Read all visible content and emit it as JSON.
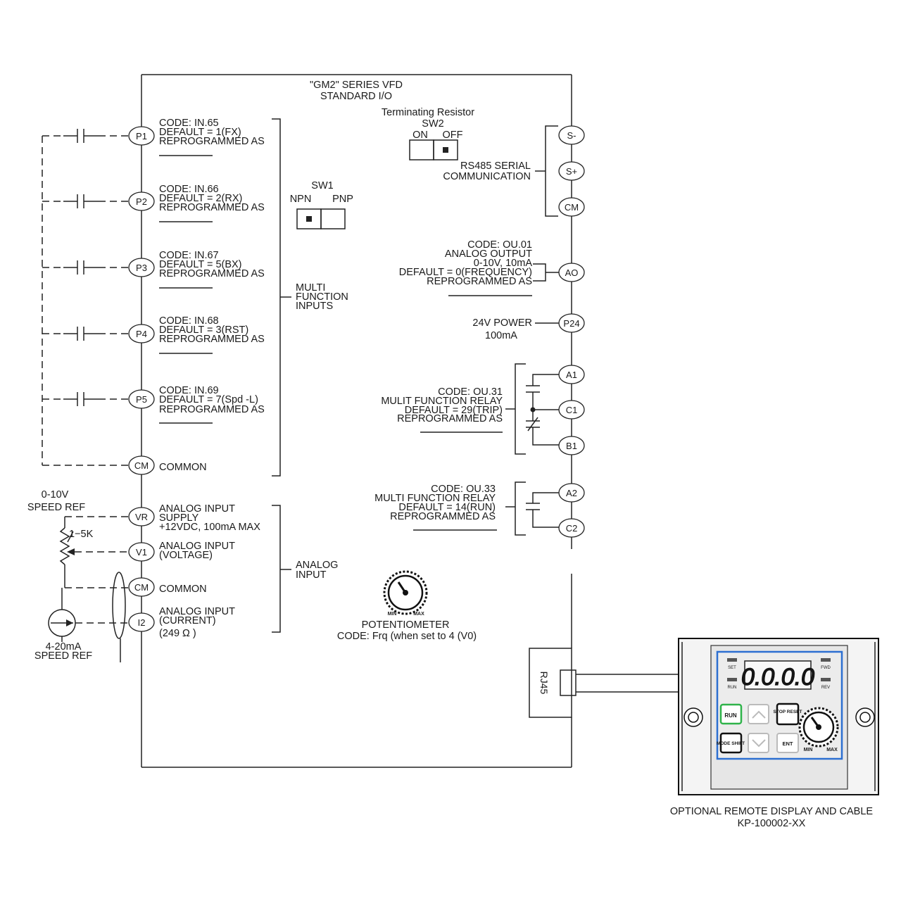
{
  "title": {
    "line1": "\"GM2\" SERIES VFD",
    "line2": "STANDARD I/O"
  },
  "left_terminals": [
    {
      "id": "P1",
      "code": "CODE: IN.65",
      "default": "DEFAULT = 1(FX)",
      "reprog": "REPROGRAMMED AS"
    },
    {
      "id": "P2",
      "code": "CODE: IN.66",
      "default": "DEFAULT = 2(RX)",
      "reprog": "REPROGRAMMED AS"
    },
    {
      "id": "P3",
      "code": "CODE: IN.67",
      "default": "DEFAULT = 5(BX)",
      "reprog": "REPROGRAMMED AS"
    },
    {
      "id": "P4",
      "code": "CODE: IN.68",
      "default": "DEFAULT = 3(RST)",
      "reprog": "REPROGRAMMED AS"
    },
    {
      "id": "P5",
      "code": "CODE: IN.69",
      "default": "DEFAULT = 7(Spd -L)",
      "reprog": "REPROGRAMMED AS"
    }
  ],
  "cm_top": {
    "id": "CM",
    "label": "COMMON"
  },
  "multi_function_inputs": [
    "MULTI",
    "FUNCTION",
    "INPUTS"
  ],
  "analog": {
    "speed_ref_voltage": [
      "0-10V",
      "SPEED REF"
    ],
    "pot_value": "1−5K",
    "vr": {
      "id": "VR",
      "lines": [
        "ANALOG INPUT",
        "SUPPLY",
        "+12VDC, 100mA MAX"
      ]
    },
    "v1": {
      "id": "V1",
      "lines": [
        "ANALOG INPUT",
        "(VOLTAGE)"
      ]
    },
    "cm": {
      "id": "CM",
      "label": "COMMON"
    },
    "i2": {
      "id": "I2",
      "lines": [
        "ANALOG INPUT",
        "(CURRENT)",
        "(249 Ω )"
      ]
    },
    "speed_ref_current": [
      "4-20mA",
      "SPEED REF"
    ],
    "group_label": [
      "ANALOG",
      "INPUT"
    ]
  },
  "sw1": {
    "label": "SW1",
    "npn": "NPN",
    "pnp": "PNP"
  },
  "sw2": {
    "caption": "Terminating Resistor",
    "label": "SW2",
    "on": "ON",
    "off": "OFF"
  },
  "rs485": {
    "line1": "RS485 SERIAL",
    "line2": "COMMUNICATION",
    "terminals": [
      "S-",
      "S+",
      "CM"
    ]
  },
  "ao": {
    "id": "AO",
    "lines": [
      "CODE: OU.01",
      "ANALOG OUTPUT",
      "0-10V, 10mA",
      "DEFAULT = 0(FREQUENCY)",
      "REPROGRAMMED AS"
    ]
  },
  "p24": {
    "id": "P24",
    "line1": "24V POWER",
    "line2": "100mA"
  },
  "relay1": {
    "terminals": [
      "A1",
      "C1",
      "B1"
    ],
    "lines": [
      "CODE: OU.31",
      "MULIT FUNCTION RELAY",
      "DEFAULT = 29(TRIP)",
      "REPROGRAMMED AS"
    ]
  },
  "relay2": {
    "terminals": [
      "A2",
      "C2"
    ],
    "lines": [
      "CODE: OU.33",
      "MULTI FUNCTION RELAY",
      "DEFAULT = 14(RUN)",
      "REPROGRAMMED AS"
    ]
  },
  "potentiometer": {
    "knob_min": "MIN",
    "knob_max": "MAX",
    "line1": "POTENTIOMETER",
    "line2": "CODE: Frq (when set to 4 (V0)"
  },
  "rj45": "RJ45",
  "remote": {
    "display": "0.0.0.0",
    "led_labels": [
      "SET",
      "RUN",
      "FWD",
      "REV"
    ],
    "keys": {
      "run": "RUN",
      "stop": "STOP RESET",
      "mode": "MODE SHIFT",
      "ent": "ENT"
    },
    "knob_min": "MIN",
    "knob_max": "MAX",
    "caption1": "OPTIONAL REMOTE DISPLAY AND CABLE",
    "caption2": "KP-100002-XX"
  },
  "colors": {
    "line": "#222222",
    "run_key": "#2fb34a",
    "keypad_border": "#2c6fd1"
  }
}
